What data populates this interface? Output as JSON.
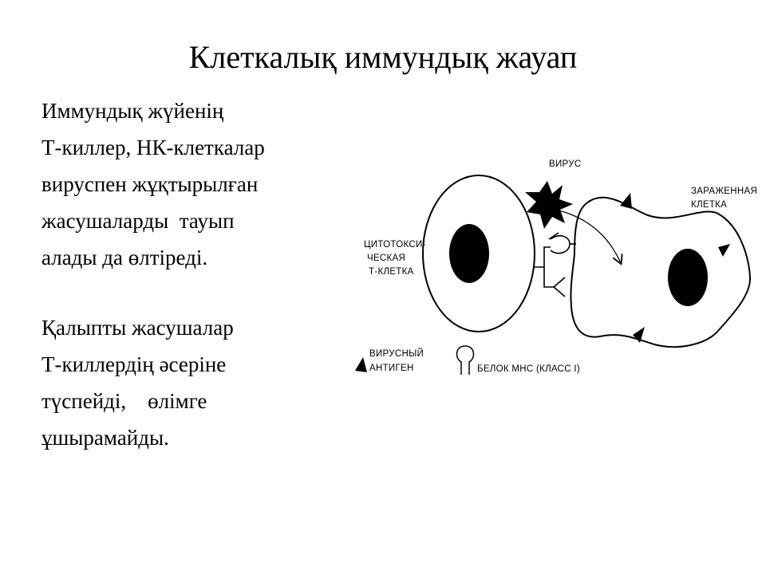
{
  "title": "Клеткалық иммундық жауап",
  "body": {
    "paragraph_1": [
      "Иммундық жүйенің",
      "Т-киллер, НК-клеткалар",
      "вируспен жұқтырылған",
      "жасушаларды  тауып",
      "алады да өлтіреді."
    ],
    "paragraph_2": [
      "Қалыпты жасушалар",
      "Т-киллердің әсеріне",
      "түспейді,    өлімге",
      "ұшырамайды."
    ]
  },
  "diagram": {
    "virus_label": "ВИРУС",
    "infected_cell_label": [
      "ЗАРАЖЕННАЯ",
      "КЛЕТКА"
    ],
    "t_cell_label": [
      "ЦИТОТОКСИ-",
      "ЧЕСКАЯ",
      "Т-КЛЕТКА"
    ],
    "legend": {
      "viral_antigen": [
        "ВИРУСНЫЙ",
        "АНТИГЕН"
      ],
      "mhc_protein": "БЕЛОК МНС (КЛАСС I)"
    }
  }
}
